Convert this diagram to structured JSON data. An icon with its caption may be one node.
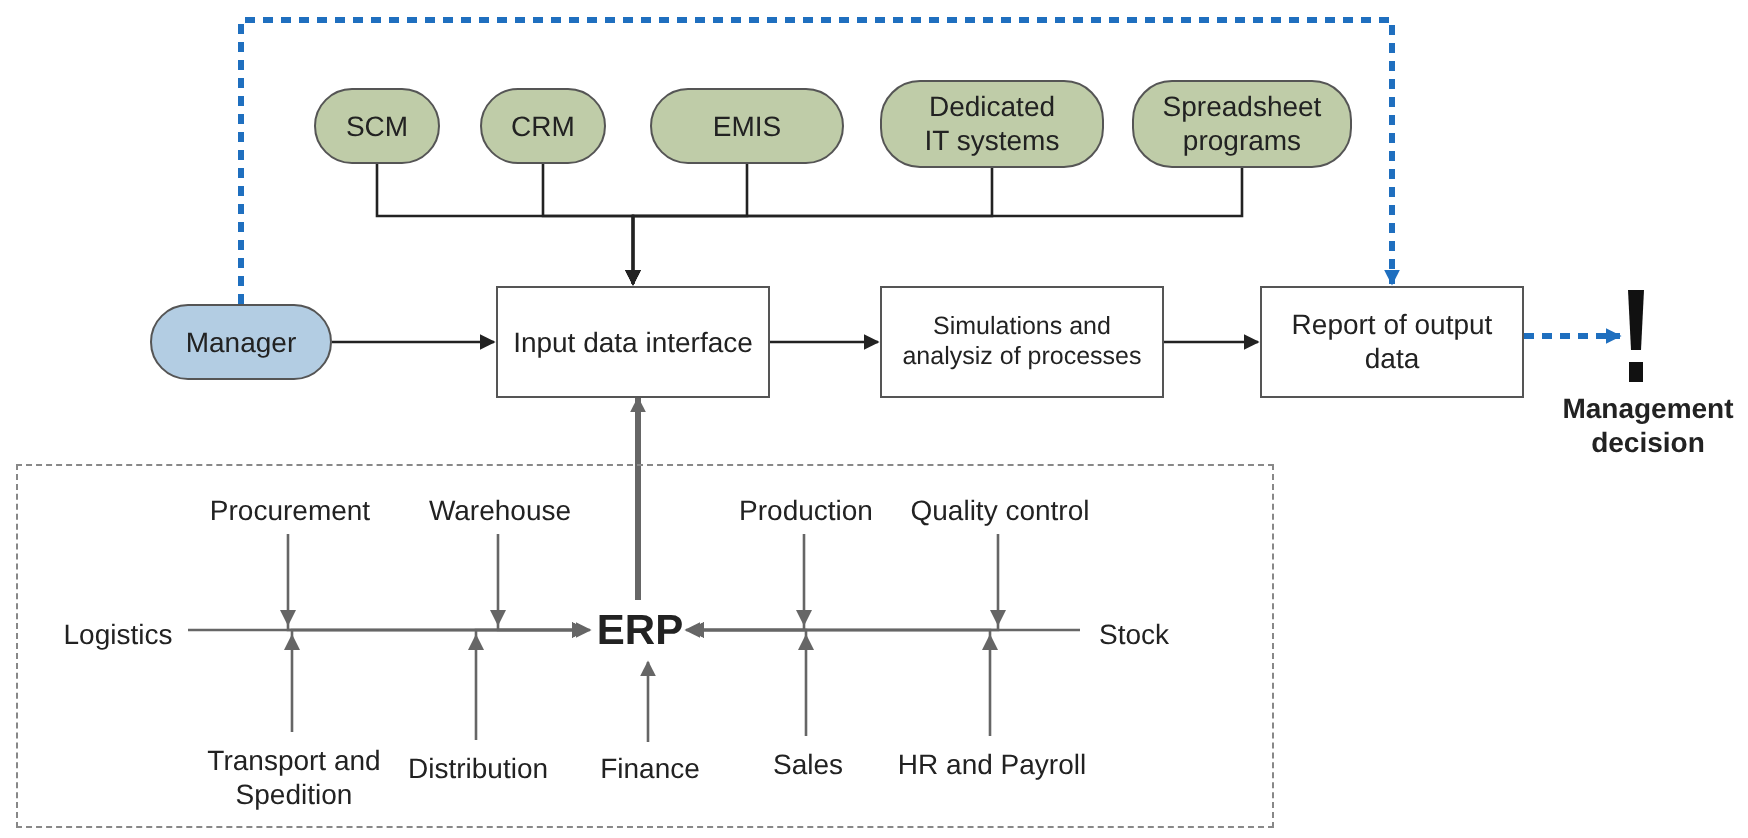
{
  "diagram": {
    "nodes": [
      {
        "text": [
          "SCM"
        ]
      },
      {
        "text": [
          "CRM"
        ]
      },
      {
        "text": [
          "EMIS"
        ]
      },
      {
        "text": [
          "Dedicated IT systems"
        ]
      },
      {
        "text": [
          "Spreadsheet programs"
        ]
      },
      {
        "text": [
          "Manager"
        ]
      },
      {
        "text": [
          "Input data interface"
        ]
      },
      {
        "text": [
          "Simulations and analysiz of processes"
        ]
      },
      {
        "text": [
          "Report of output data"
        ]
      },
      {
        "text": [],
        "shape": "picture",
        "beside": [
          "Management decision"
        ]
      },
      {
        "text": [],
        "shape": "box"
      },
      {
        "text": [
          "Procurement"
        ],
        "in": 10
      },
      {
        "text": [
          "Warehouse"
        ],
        "in": 10
      },
      {
        "text": [
          "Production"
        ],
        "in": 10
      },
      {
        "text": [
          "Quality control"
        ],
        "in": 10
      },
      {
        "text": [
          "Logistics"
        ],
        "in": 10
      },
      {
        "text": [
          "ERP"
        ],
        "in": 10
      },
      {
        "text": [
          "Stock"
        ],
        "in": 10
      },
      {
        "text": [
          "Transport and Spedition"
        ],
        "in": 10
      },
      {
        "text": [
          "Distribution"
        ],
        "in": 10
      },
      {
        "text": [
          "Finance"
        ],
        "in": 10
      },
      {
        "text": [
          "Sales"
        ],
        "in": 10
      },
      {
        "text": [
          "HR and Payroll"
        ],
        "in": 10
      }
    ],
    "edges": [
      {
        "from": 0,
        "to": 6,
        "arrow": "to",
        "color": "#222222"
      },
      {
        "from": 1,
        "to": 6,
        "arrow": "to",
        "color": "#222222"
      },
      {
        "from": 2,
        "to": 6,
        "arrow": "to",
        "color": "#222222"
      },
      {
        "from": 3,
        "to": 6,
        "arrow": "to",
        "color": "#222222"
      },
      {
        "from": 4,
        "to": 6,
        "arrow": "to",
        "color": "#222222"
      },
      {
        "from": 5,
        "to": 6,
        "arrow": "to",
        "color": "#222222"
      },
      {
        "from": 6,
        "to": 7,
        "arrow": "to",
        "color": "#222222"
      },
      {
        "from": 7,
        "to": 8,
        "arrow": "to",
        "color": "#222222"
      },
      {
        "from": 5,
        "to": 8,
        "arrow": "to",
        "style": "dashed",
        "color": "#1f6fbf"
      },
      {
        "from": 8,
        "to": 9,
        "arrow": "to",
        "style": "dashed",
        "color": "#1f6fbf"
      },
      {
        "from": 16,
        "to": 6,
        "arrow": "to",
        "style": "thick"
      },
      {
        "from": 15,
        "to": 16,
        "arrow": "to"
      },
      {
        "from": 11,
        "to": 16,
        "arrow": "to"
      },
      {
        "from": 12,
        "to": 16,
        "arrow": "to"
      },
      {
        "from": 18,
        "to": 16,
        "arrow": "to"
      },
      {
        "from": 19,
        "to": 16,
        "arrow": "to"
      },
      {
        "from": 17,
        "to": 16,
        "arrow": "to"
      },
      {
        "from": 13,
        "to": 16,
        "arrow": "to"
      },
      {
        "from": 14,
        "to": 16,
        "arrow": "to"
      },
      {
        "from": 21,
        "to": 16,
        "arrow": "to"
      },
      {
        "from": 22,
        "to": 16,
        "arrow": "to"
      },
      {
        "from": 20,
        "to": 16,
        "arrow": "to"
      }
    ]
  }
}
